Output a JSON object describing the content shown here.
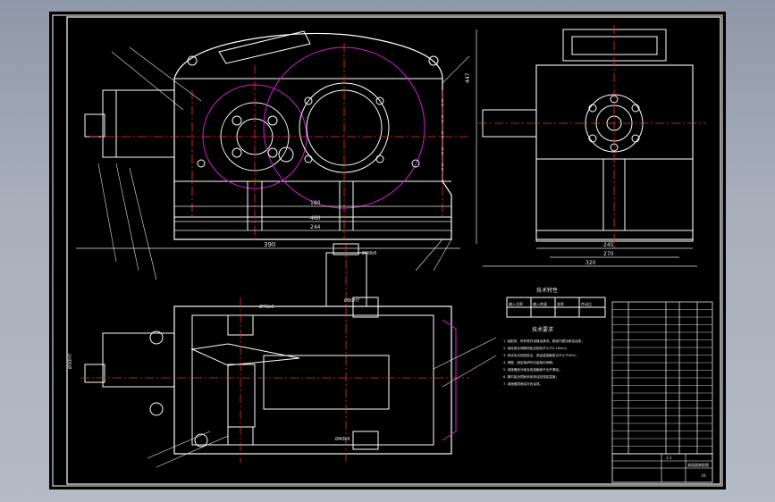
{
  "colors": {
    "background_frame": "#a7afbb",
    "sheet": "#000000",
    "outline": "#ffffff",
    "centerline": "#ff2a2a",
    "hidden_magenta": "#d21fd2",
    "dimension": "#e8e8e8"
  },
  "front_view": {
    "dimension_overall": "390",
    "dimension_2": "180",
    "dimension_3": "460",
    "dimension_4": "244"
  },
  "side_view": {
    "dimension_height": "447",
    "dimension_1": "245",
    "dimension_2": "270",
    "dimension_3": "320"
  },
  "plan_view": {
    "fit_top": "Ø40k6",
    "fit_left": "Ø30H7",
    "fit_1": "Ø71k6",
    "fit_2": "Ø80H7",
    "fit_3": "Ø40k6"
  },
  "notes": {
    "heading": "技术特性",
    "table_title": "技术要求",
    "lines": [
      "1. 装配前，所有零件用煤油清洗，箱体内壁涂耐油油漆；",
      "2. 齿轮啮合侧隙用铅丝检验不小于0.16mm；",
      "3. 用涂色法检验斑点，按齿高接触斑点不小于40%；",
      "4. 调整、固定轴承时应留轴向间隙；",
      "5. 减速器剖分面及各接触面不允许漏油；",
      "6. 箱内装全损耗系统用油至规定高度；",
      "7. 减速器表面涂灰色油漆。"
    ],
    "spec_headers": [
      "输入功率",
      "输入转速",
      "效率",
      "传动比"
    ],
    "spec_values": [
      "",
      "",
      "",
      ""
    ]
  },
  "title_block": {
    "drawing_name": "减速器装配图",
    "scale": "1:1",
    "sheet_no": "01"
  }
}
